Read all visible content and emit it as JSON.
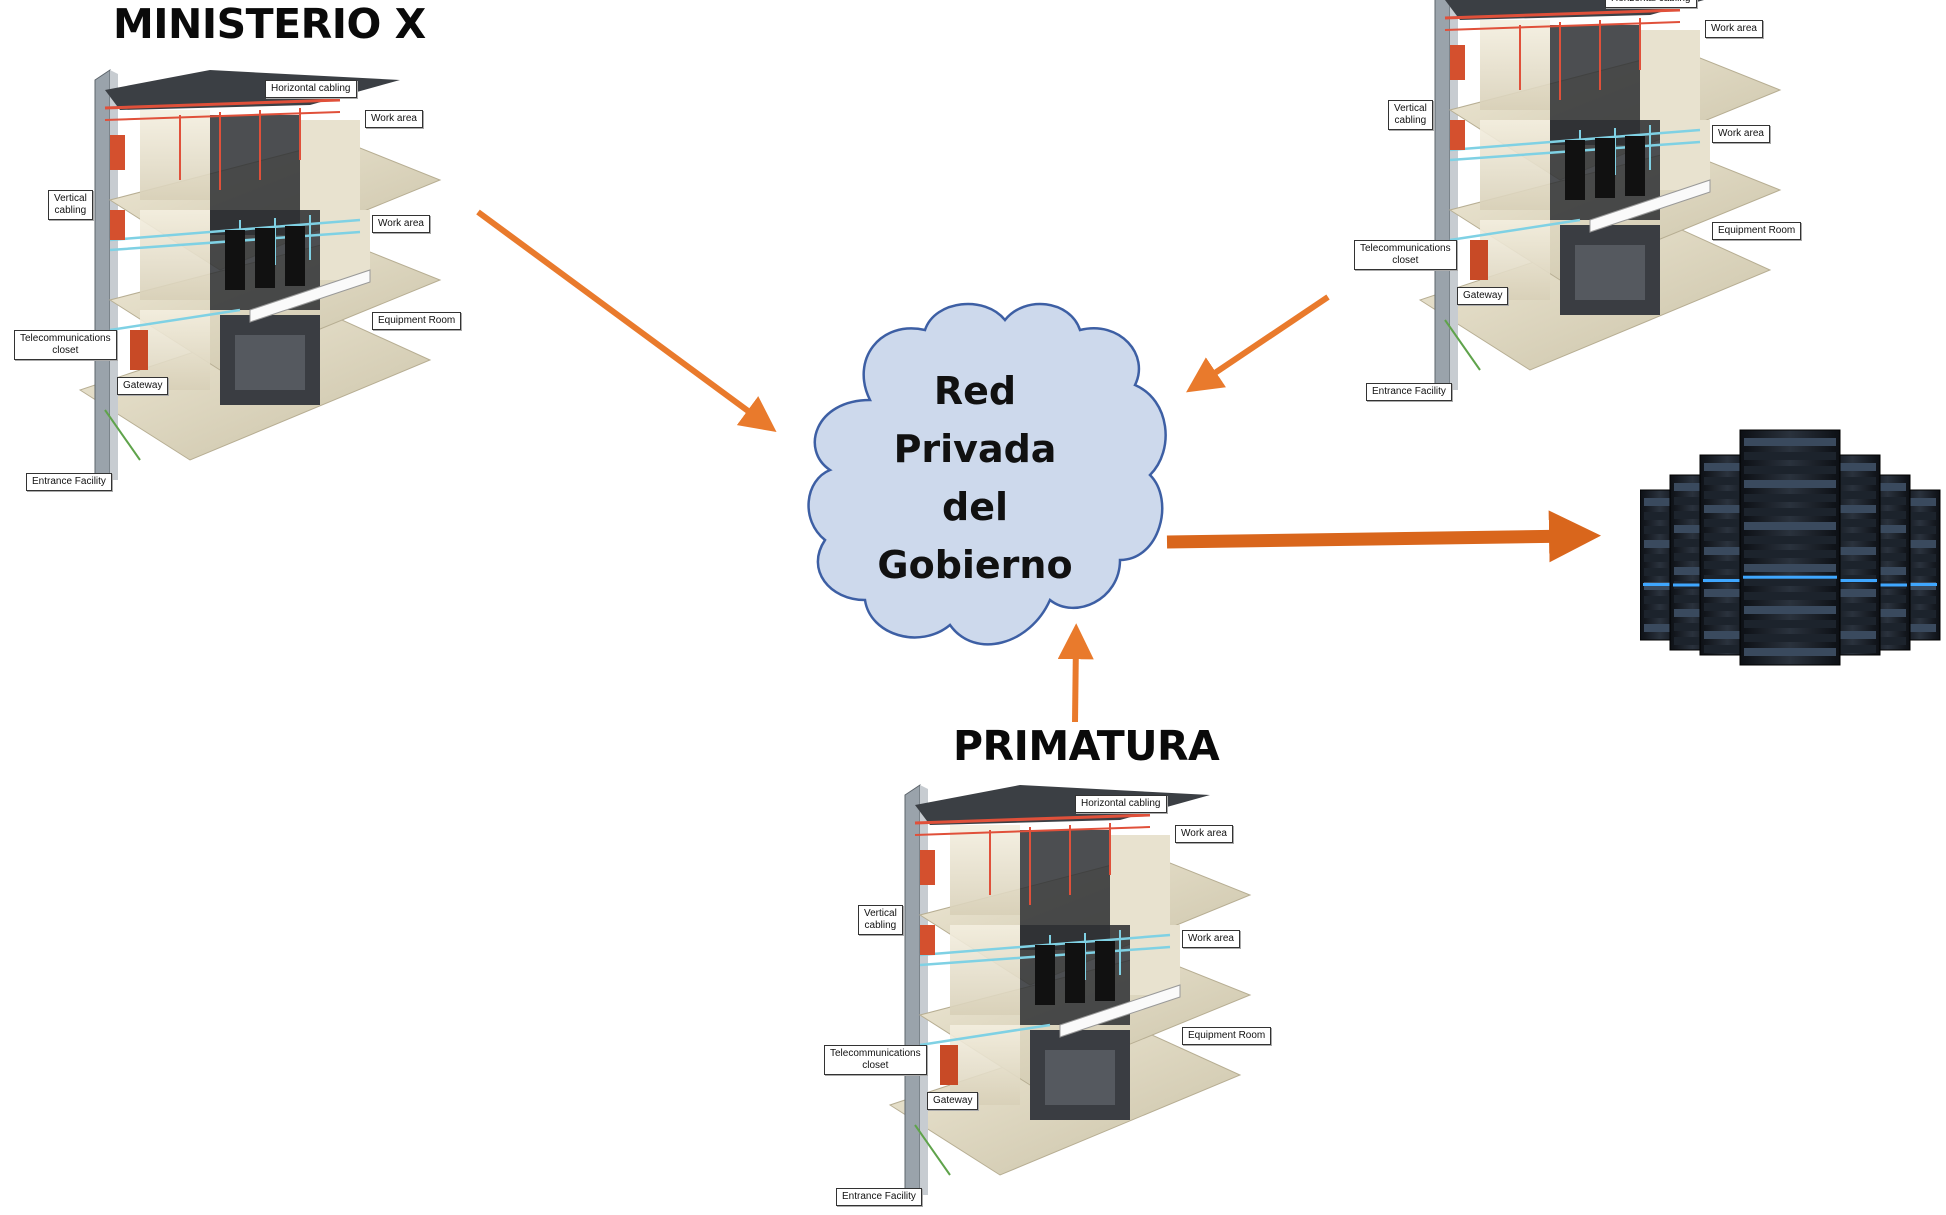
{
  "diagram": {
    "titles": {
      "ministerio": "MINISTERIO X",
      "primatura": "PRIMATURA"
    },
    "cloud": {
      "lines": [
        "Red",
        "Privada",
        "del",
        "Gobierno"
      ],
      "fill": "#cdd9ec",
      "stroke": "#3d5fa4"
    },
    "building_labels": {
      "horizontal_cabling": "Horizontal cabling",
      "work_area": "Work area",
      "vertical_cabling_1": "Vertical",
      "vertical_cabling_2": "cabling",
      "telecom_closet_1": "Telecommunications",
      "telecom_closet_2": "closet",
      "equipment_room": "Equipment Room",
      "gateway": "Gateway",
      "entrance_facility": "Entrance Facility"
    },
    "colors": {
      "arrow": "#e97a2c",
      "arrow_dark": "#d9661c",
      "cable_red": "#e0503a",
      "cable_blue": "#7fd1e4"
    }
  }
}
